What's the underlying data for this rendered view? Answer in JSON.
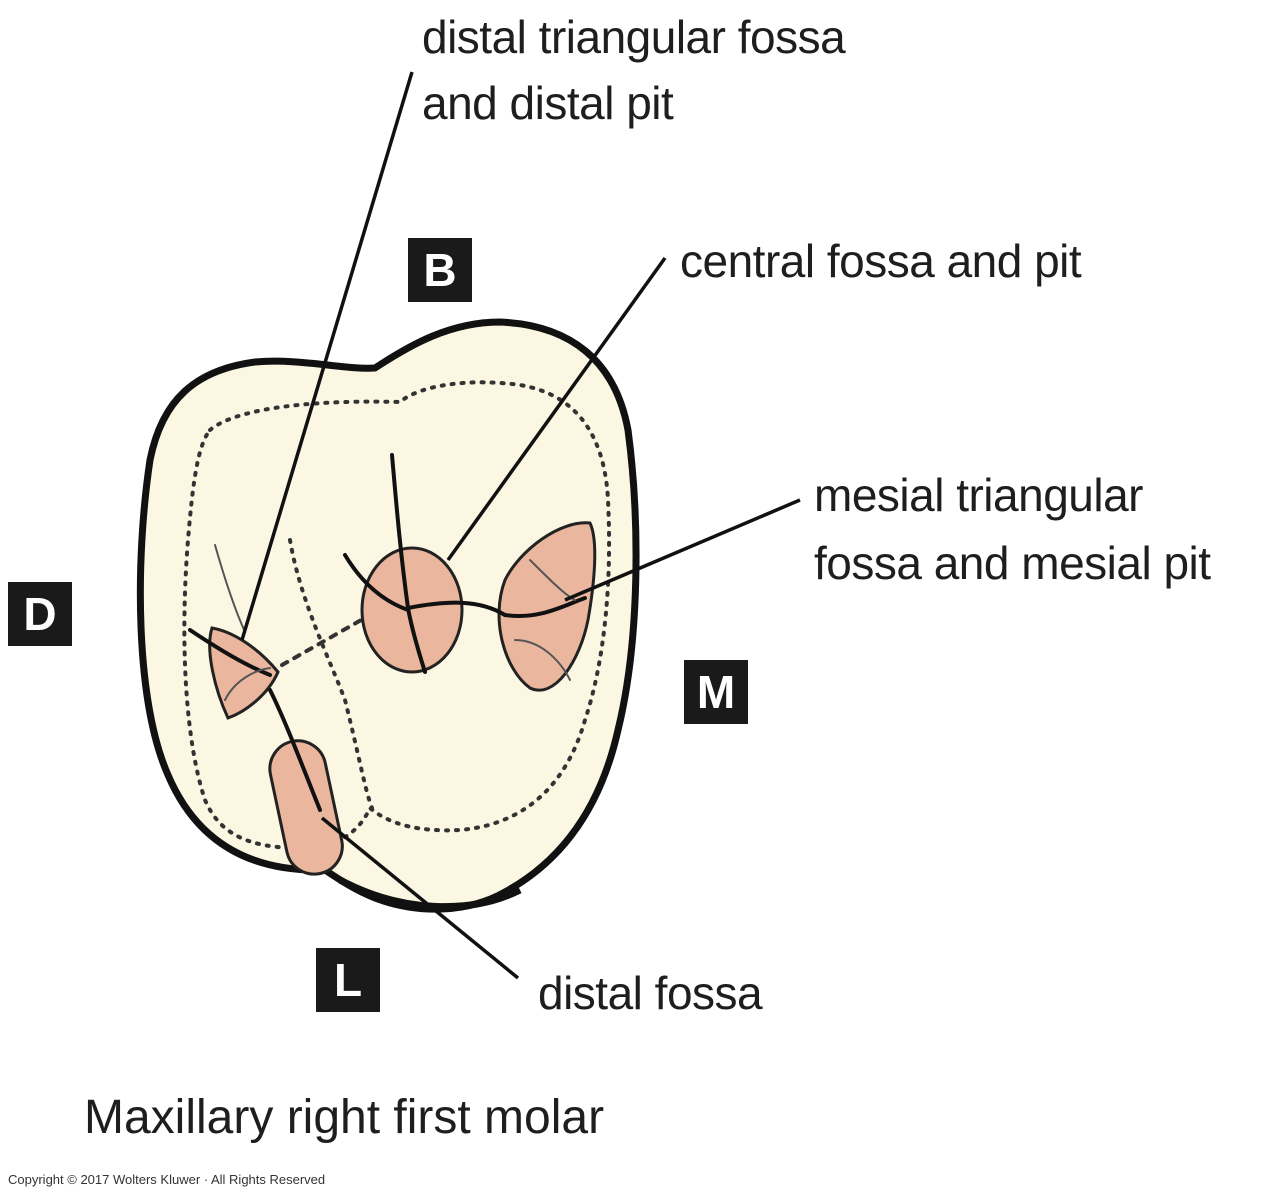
{
  "labels": {
    "distal_triangular_fossa": [
      "distal triangular fossa",
      "and distal pit"
    ],
    "central_fossa": "central fossa and pit",
    "mesial_triangular_fossa": [
      "mesial triangular",
      "fossa and mesial pit"
    ],
    "distal_fossa": "distal fossa"
  },
  "directions": {
    "buccal": "B",
    "distal": "D",
    "mesial": "M",
    "lingual": "L"
  },
  "caption": "Maxillary right first molar",
  "copyright": "Copyright © 2017 Wolters Kluwer · All Rights Reserved",
  "colors": {
    "enamel": "#fbf7e2",
    "fossa": "#eab79e",
    "outline": "#111111",
    "box": "#1a1a1a"
  }
}
